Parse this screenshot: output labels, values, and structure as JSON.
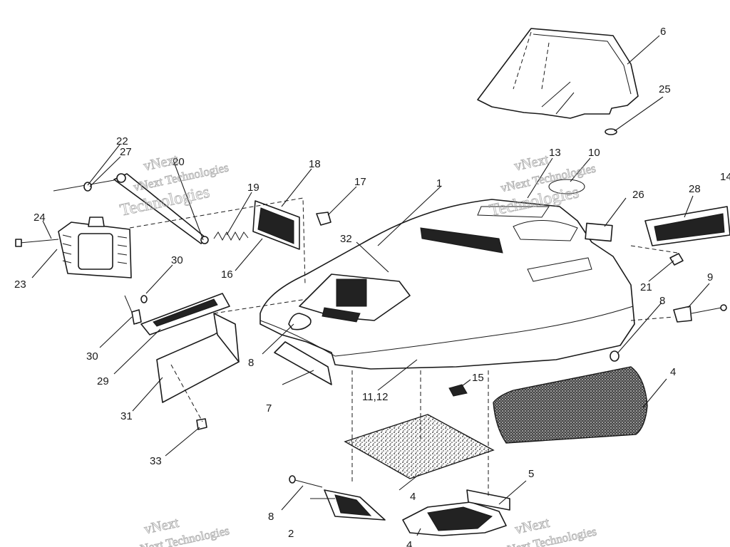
{
  "watermark": {
    "line1": "vNext",
    "line2": "vNext Technologies",
    "line3": "Technologies"
  },
  "callouts": [
    "1",
    "2",
    "4",
    "4",
    "4",
    "5",
    "6",
    "7",
    "8",
    "8",
    "8",
    "9",
    "10",
    "11,12",
    "13",
    "14",
    "15",
    "16",
    "17",
    "18",
    "19",
    "20",
    "21",
    "22",
    "23",
    "24",
    "25",
    "26",
    "27",
    "28",
    "29",
    "30",
    "30",
    "31",
    "32",
    "33"
  ]
}
